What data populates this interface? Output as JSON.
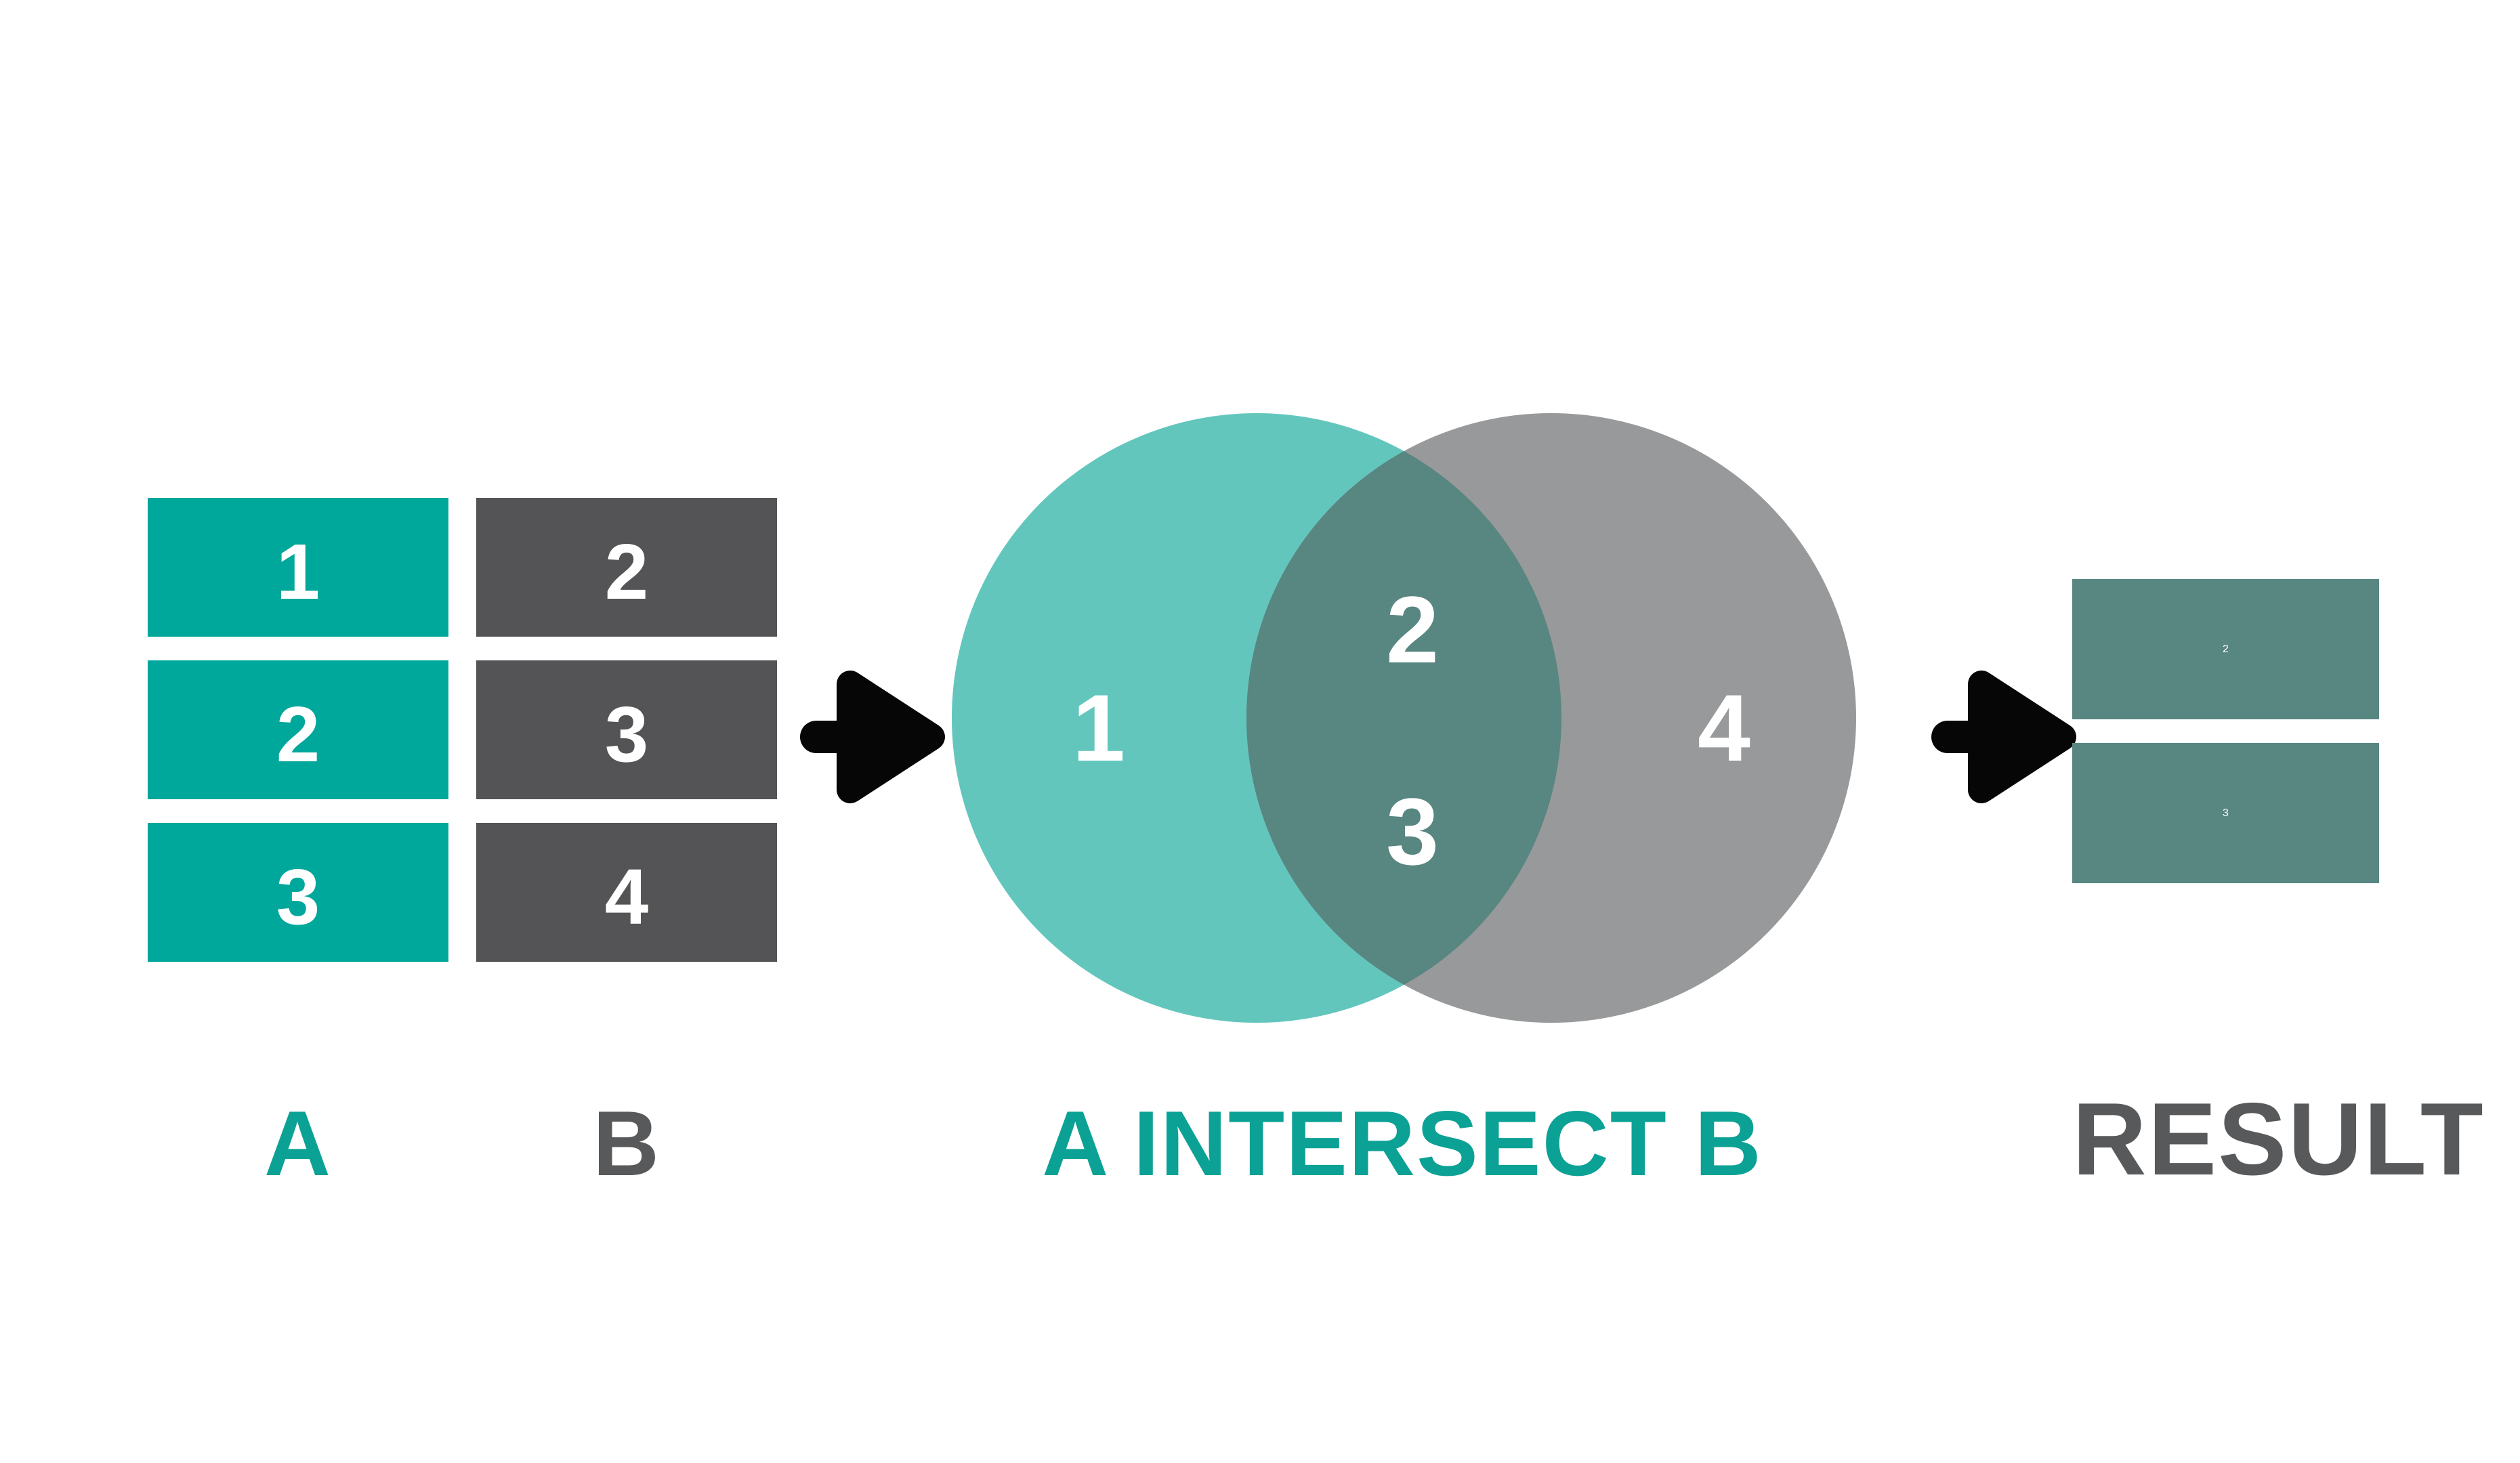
{
  "colors": {
    "background": "#FFFFFF",
    "set_a_box": "#00A79B",
    "set_b_box": "#545456",
    "venn_a": "#63C6BD",
    "venn_b": "#98999A",
    "intersection": "#588681",
    "result_box": "#588681",
    "label_teal": "#0CA195",
    "label_gray": "#58595B",
    "arrow": "#060606",
    "number_text": "#FFFFFF"
  },
  "icons": {
    "arrow": "arrow-right"
  },
  "set_a": {
    "label": "A",
    "rows": [
      "1",
      "2",
      "3"
    ]
  },
  "set_b": {
    "label": "B",
    "rows": [
      "2",
      "3",
      "4"
    ]
  },
  "venn": {
    "label": "A INTERSECT B",
    "a_only": "1",
    "intersection_top": "2",
    "intersection_bottom": "3",
    "b_only": "4"
  },
  "result": {
    "label": "RESULT",
    "rows": [
      "2",
      "3"
    ]
  }
}
